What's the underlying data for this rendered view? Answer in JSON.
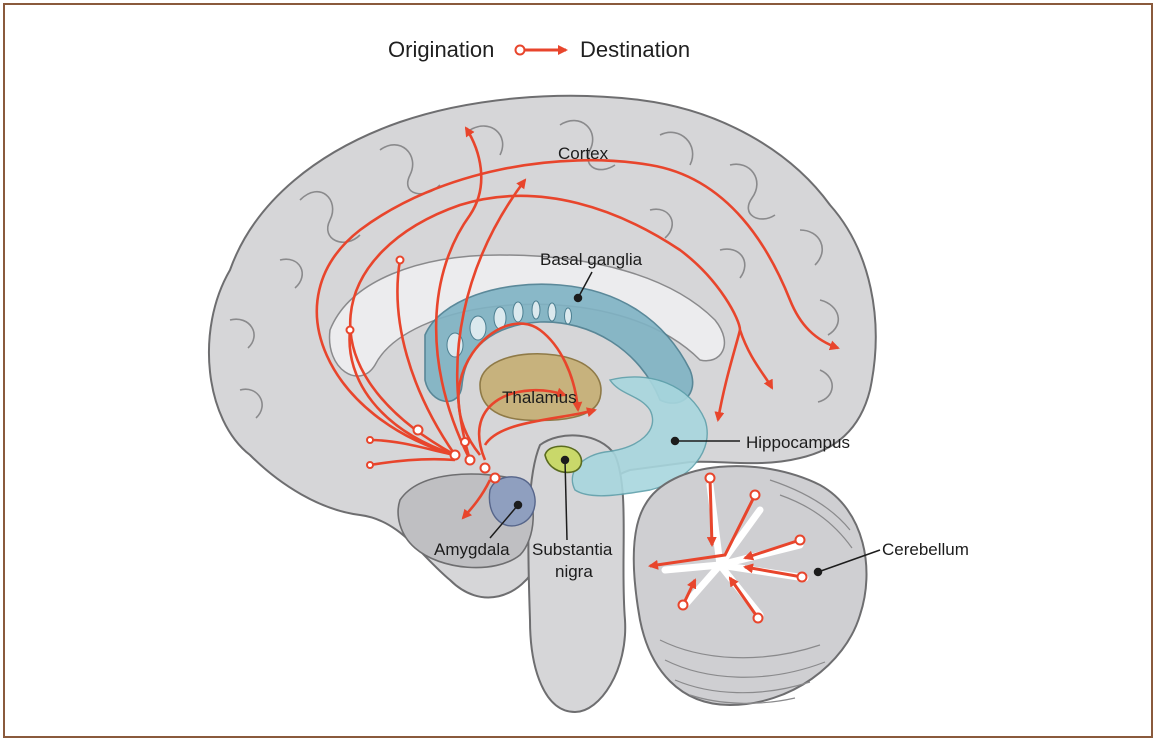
{
  "legend": {
    "origination": "Origination",
    "destination": "Destination"
  },
  "labels": {
    "cortex": "Cortex",
    "basal_ganglia": "Basal ganglia",
    "thalamus": "Thalamus",
    "hippocampus": "Hippocampus",
    "amygdala": "Amygdala",
    "substantia_nigra_line1": "Substantia",
    "substantia_nigra_line2": "nigra",
    "cerebellum": "Cerebellum"
  },
  "colors": {
    "pathway": "#e8452c",
    "cortex": "#d4d4d6",
    "basal_ganglia": "#7fb3c4",
    "thalamus": "#c7b27d",
    "hippocampus": "#a8d7de",
    "substantia_nigra": "#c9d86a",
    "amygdala": "#8f9fbf"
  }
}
